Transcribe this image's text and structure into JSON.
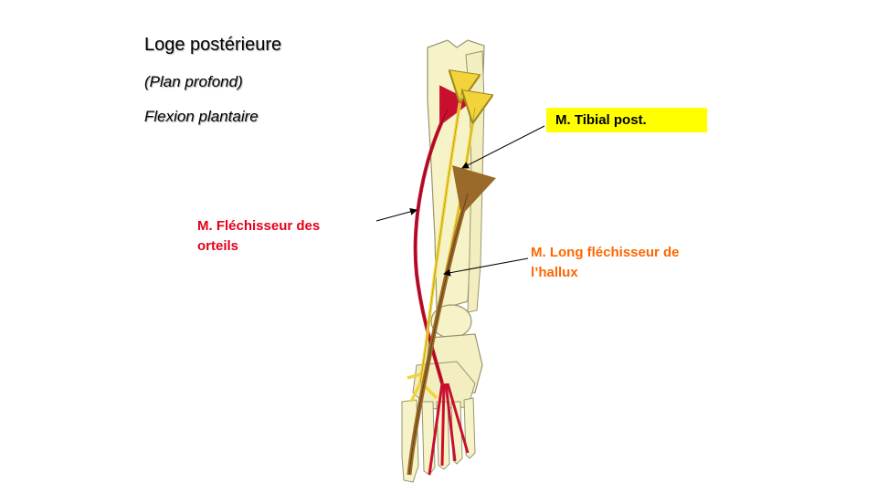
{
  "slide": {
    "title": "Loge postérieure",
    "subtitle": "(Plan profond)",
    "action": "Flexion plantaire"
  },
  "labels": {
    "tibial": "M. Tibial post.",
    "flechisseur_line1": "M. Fléchisseur des",
    "flechisseur_line2": "orteils",
    "hallux_line1": "M. Long fléchisseur de",
    "hallux_line2": "l’hallux"
  },
  "colors": {
    "tibial_box": "#ffff00",
    "flechisseur": "#e3001b",
    "hallux": "#ff6600",
    "bone": "#f7f3c8",
    "muscle_red": "#c8102e",
    "tendon_yellow": "#f2d43a",
    "tendon_brown": "#9a6a2a"
  }
}
